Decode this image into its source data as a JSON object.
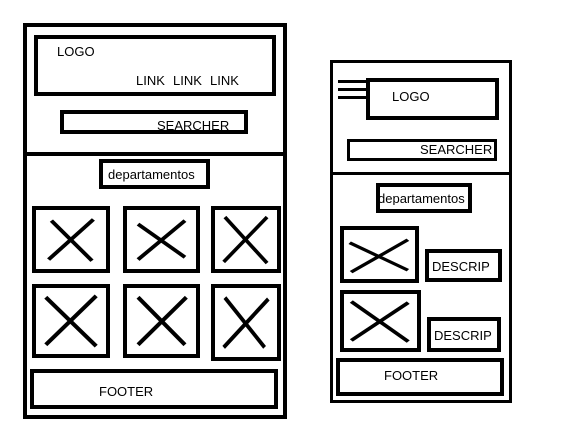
{
  "desktop": {
    "logo": "LOGO",
    "links": [
      "LINK",
      "LINK",
      "LINK"
    ],
    "searcher": "SEARCHER",
    "departments": "departamentos",
    "footer": "FOOTER"
  },
  "mobile": {
    "logo": "LOGO",
    "searcher": "SEARCHER",
    "departments": "departamentos",
    "descriptions": [
      "DESCRIP",
      "DESCRIP"
    ],
    "footer": "FOOTER"
  },
  "icons": {
    "menu": "hamburger-menu-icon",
    "image_placeholder": "image-placeholder-icon"
  },
  "colors": {
    "stroke": "#000000",
    "background": "#ffffff"
  }
}
